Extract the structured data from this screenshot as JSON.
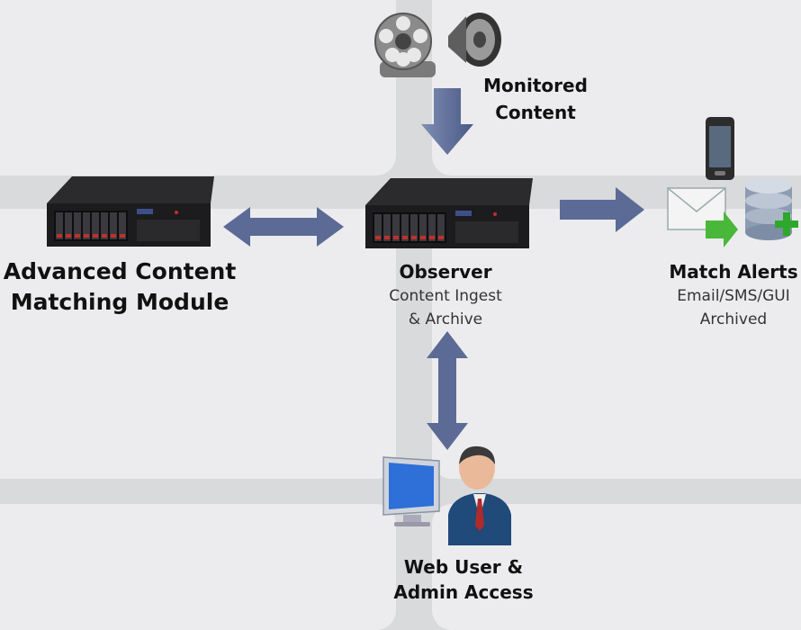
{
  "nodes": {
    "monitored": {
      "line1": "Monitored",
      "line2": "Content"
    },
    "acm": {
      "line1": "Advanced Content",
      "line2": "Matching Module"
    },
    "observer": {
      "title": "Observer",
      "line1": "Content Ingest",
      "line2": "& Archive"
    },
    "alerts": {
      "title": "Match Alerts",
      "line1": "Email/SMS/GUI",
      "line2": "Archived"
    },
    "web": {
      "line1": "Web User &",
      "line2": "Admin Access"
    }
  },
  "colors": {
    "background": "#d9dadc",
    "tile": "#ececee",
    "arrow": "#5b6b95",
    "server": "#1c1c1e",
    "drive_led": "#c0302a"
  },
  "icons": [
    "film-reel-icon",
    "speaker-icon",
    "server-icon",
    "phone-icon",
    "email-icon",
    "database-icon",
    "monitor-icon",
    "person-icon"
  ]
}
